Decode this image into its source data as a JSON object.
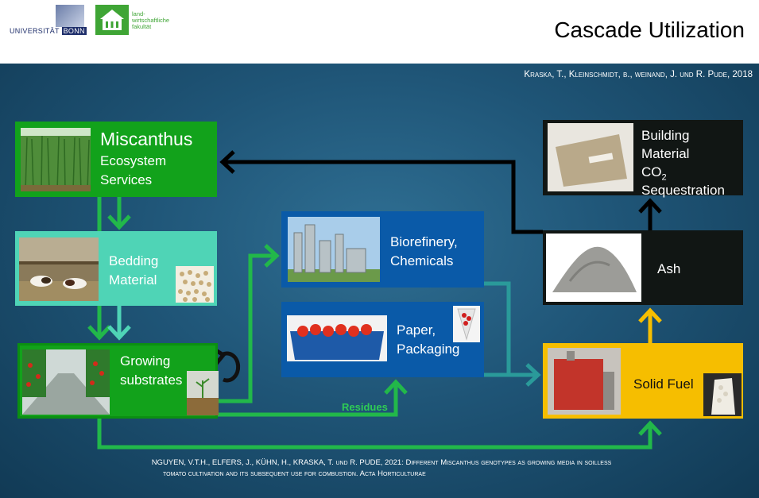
{
  "header": {
    "university_logo_prefix": "UNIVERSITÄT",
    "university_logo_city": "BONN",
    "faculty_logo_text": "land-\nwirtschaftliche\nfakultät",
    "title": "Cascade Utilization"
  },
  "citations": {
    "top": "Kraska, T., Kleinschmidt, b., weinand, J. und R. Pude, 2018",
    "bottom_line1": "NGUYEN, V.T.H., ELFERS, J., KÜHN, H., KRASKA, T. und R. PUDE, 2021: Different Miscanthus genotypes as growing media in soilless",
    "bottom_line2": "tomato cultivation and its subsequent use for combustion. Acta Horticulturae"
  },
  "nodes": {
    "miscanthus": {
      "title": "Miscanthus",
      "line1": "Ecosystem",
      "line2": "Services"
    },
    "bedding": {
      "line1": "Bedding",
      "line2": "Material"
    },
    "growing": {
      "line1": "Growing",
      "line2": "substrates"
    },
    "biorefinery": {
      "line1": "Biorefinery,",
      "line2": "Chemicals"
    },
    "paper": {
      "line1": "Paper,",
      "line2": "Packaging"
    },
    "building": {
      "line1": "Building",
      "line2": "Material",
      "line3_main": "CO",
      "line3_sub": "2",
      "line4": "Sequestration"
    },
    "ash": {
      "label": "Ash"
    },
    "solid_fuel": {
      "label": "Solid Fuel"
    }
  },
  "edge_labels": {
    "residues": "Residues"
  },
  "colors": {
    "green_box": "#12a21b",
    "mint_box": "#4fd4b6",
    "blue_box": "#0a5aa8",
    "black_box": "#111614",
    "yellow_box": "#f6be00",
    "arrow_green": "#22b84a",
    "arrow_mint": "#4fd4b6",
    "arrow_teal": "#2a9a9a",
    "arrow_yellow": "#f6be00",
    "arrow_black": "#000000"
  }
}
